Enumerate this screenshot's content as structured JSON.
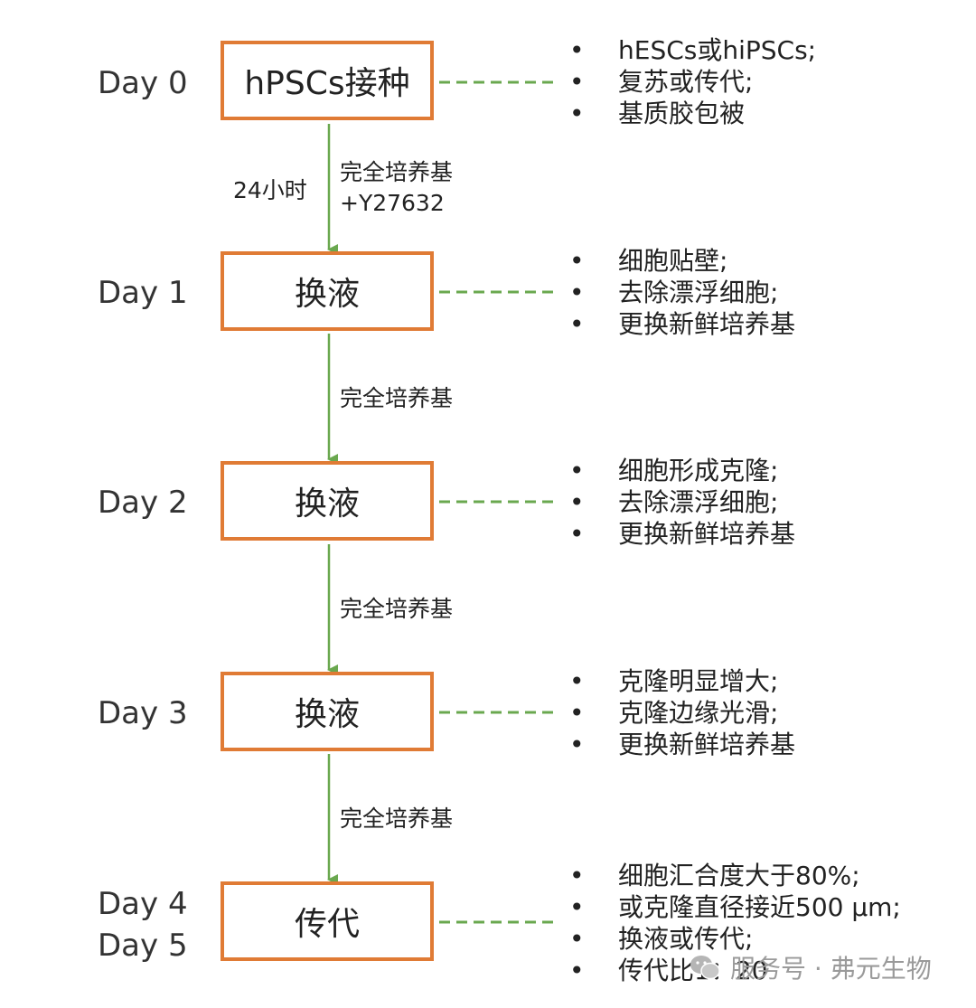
{
  "steps": [
    {
      "day": "Day 0",
      "label": "hPSCs接种",
      "notes": [
        "hESCs或hiPSCs;",
        "复苏或传代;",
        "基质胶包被"
      ]
    },
    {
      "day": "Day 1",
      "label": "换液",
      "notes": [
        "细胞贴壁;",
        "去除漂浮细胞;",
        "更换新鲜培养基"
      ]
    },
    {
      "day": "Day 2",
      "label": "换液",
      "notes": [
        "细胞形成克隆;",
        "去除漂浮细胞;",
        "更换新鲜培养基"
      ]
    },
    {
      "day": "Day 3",
      "label": "换液",
      "notes": [
        "克隆明显增大;",
        "克隆边缘光滑;",
        "更换新鲜培养基"
      ]
    },
    {
      "day": "Day 4",
      "day2": "Day 5",
      "label": "传代",
      "notes": [
        "细胞汇合度大于80%;",
        "或克隆直径接近500 μm;",
        "换液或传代;",
        "传代比1：20"
      ]
    }
  ],
  "transitions": [
    {
      "time": "24小时",
      "medium": "完全培养基",
      "additive": "+Y27632"
    },
    {
      "medium": "完全培养基"
    },
    {
      "medium": "完全培养基"
    },
    {
      "medium": "完全培养基"
    }
  ],
  "bullet": "•",
  "watermark": {
    "text": "服务号 · 弗元生物",
    "icon": "wechat-icon"
  },
  "colors": {
    "box_border": "#e07b35",
    "arrow": "#6aa84f",
    "dashed": "#6aa84f"
  }
}
